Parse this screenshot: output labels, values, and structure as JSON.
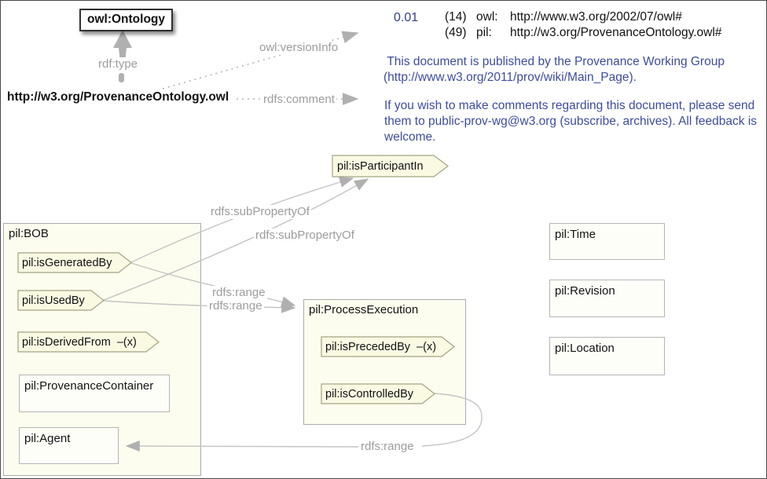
{
  "colors": {
    "accent_blue": "#3d4c9f",
    "version_blue": "#333d8c",
    "label_gray": "#9c9c9c",
    "edge_gray": "#c4c4c4",
    "banner_fill": "#fafae3",
    "banner_border": "#a3a382",
    "container_fill": "#fdfdef"
  },
  "header": {
    "ontology_class": "owl:Ontology",
    "rdf_type_label": "rdf:type",
    "ontology_uri": "http://w3.org/ProvenanceOntology.owl",
    "version_label": "owl:versionInfo",
    "version_value": "0.01",
    "comment_label": "rdfs:comment",
    "namespaces": [
      {
        "count": "(14)",
        "prefix": "owl:",
        "uri": "http://www.w3.org/2002/07/owl#"
      },
      {
        "count": "(49)",
        "prefix": "pil:",
        "uri": "http://w3.org/ProvenanceOntology.owl#"
      }
    ],
    "comment_paragraphs": [
      " This document is published by the Provenance Working Group (http://www.w3.org/2011/prov/wiki/Main_Page).",
      "If you wish to make comments regarding this document, please send them to public-prov-wg@w3.org (subscribe, archives). All feedback is welcome."
    ]
  },
  "diagram": {
    "participant_in": "pil:isParticipantIn",
    "bob_title": "pil:BOB",
    "is_generated_by": "pil:isGeneratedBy",
    "is_used_by": "pil:isUsedBy",
    "is_derived_from": "pil:isDerivedFrom  –(x)",
    "provenance_container": "pil:ProvenanceContainer",
    "agent": "pil:Agent",
    "process_execution_title": "pil:ProcessExecution",
    "is_preceded_by": "pil:isPrecededBy  –(x)",
    "is_controlled_by": "pil:isControlledBy",
    "time": "pil:Time",
    "revision": "pil:Revision",
    "location": "pil:Location"
  },
  "edge_labels": {
    "sub_property_of_1": "rdfs:subPropertyOf",
    "sub_property_of_2": "rdfs:subPropertyOf",
    "range_1": "rdfs:range",
    "range_2": "rdfs:range",
    "range_3": "rdfs:range"
  }
}
